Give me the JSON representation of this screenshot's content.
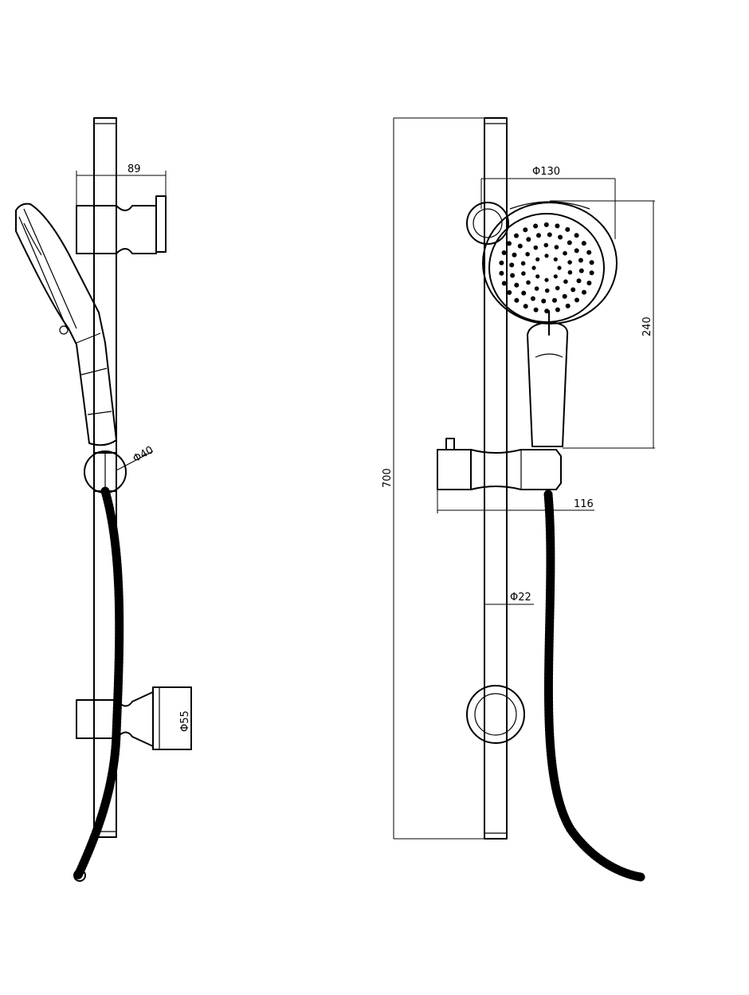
{
  "dimensions": {
    "holder_depth": "89",
    "hand_shower_dia": "Φ40",
    "bracket_dia": "Φ55",
    "rail_length": "700",
    "head_dia": "Φ130",
    "head_height": "240",
    "slider_width": "116",
    "rail_dia": "Φ22"
  }
}
